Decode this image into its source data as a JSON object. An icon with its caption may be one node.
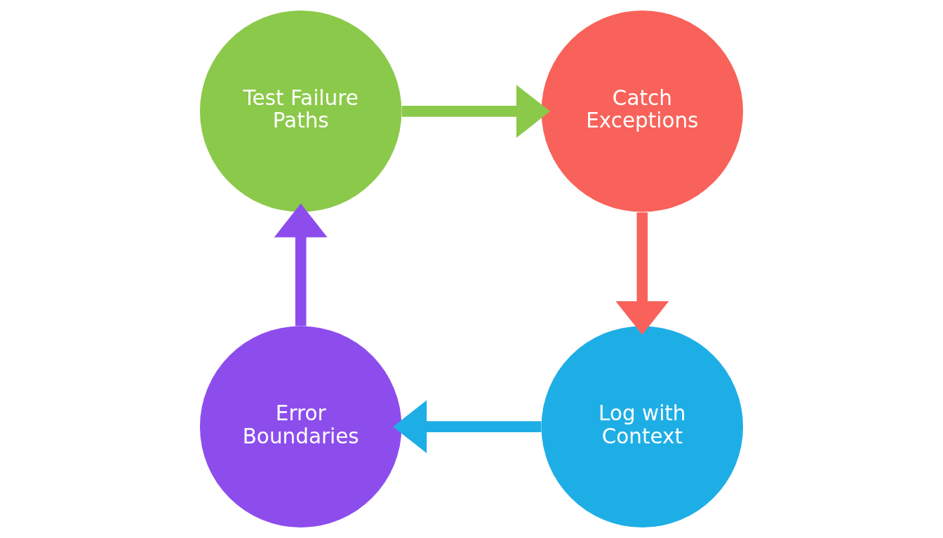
{
  "diagram": {
    "nodes": [
      {
        "text": [
          "Test Failure Paths"
        ]
      },
      {
        "text": [
          "Catch Exceptions"
        ]
      },
      {
        "text": [
          "Log with Context"
        ]
      },
      {
        "text": [
          "Error Boundaries"
        ]
      }
    ],
    "edges": [
      {
        "from": 0,
        "to": 1,
        "arrow": "to",
        "color": "#8bc94a"
      },
      {
        "from": 1,
        "to": 2,
        "arrow": "to",
        "color": "#f8625a"
      },
      {
        "from": 2,
        "to": 3,
        "arrow": "to",
        "color": "#1eaee6"
      },
      {
        "from": 3,
        "to": 0,
        "arrow": "to",
        "color": "#8d4ded"
      }
    ]
  }
}
